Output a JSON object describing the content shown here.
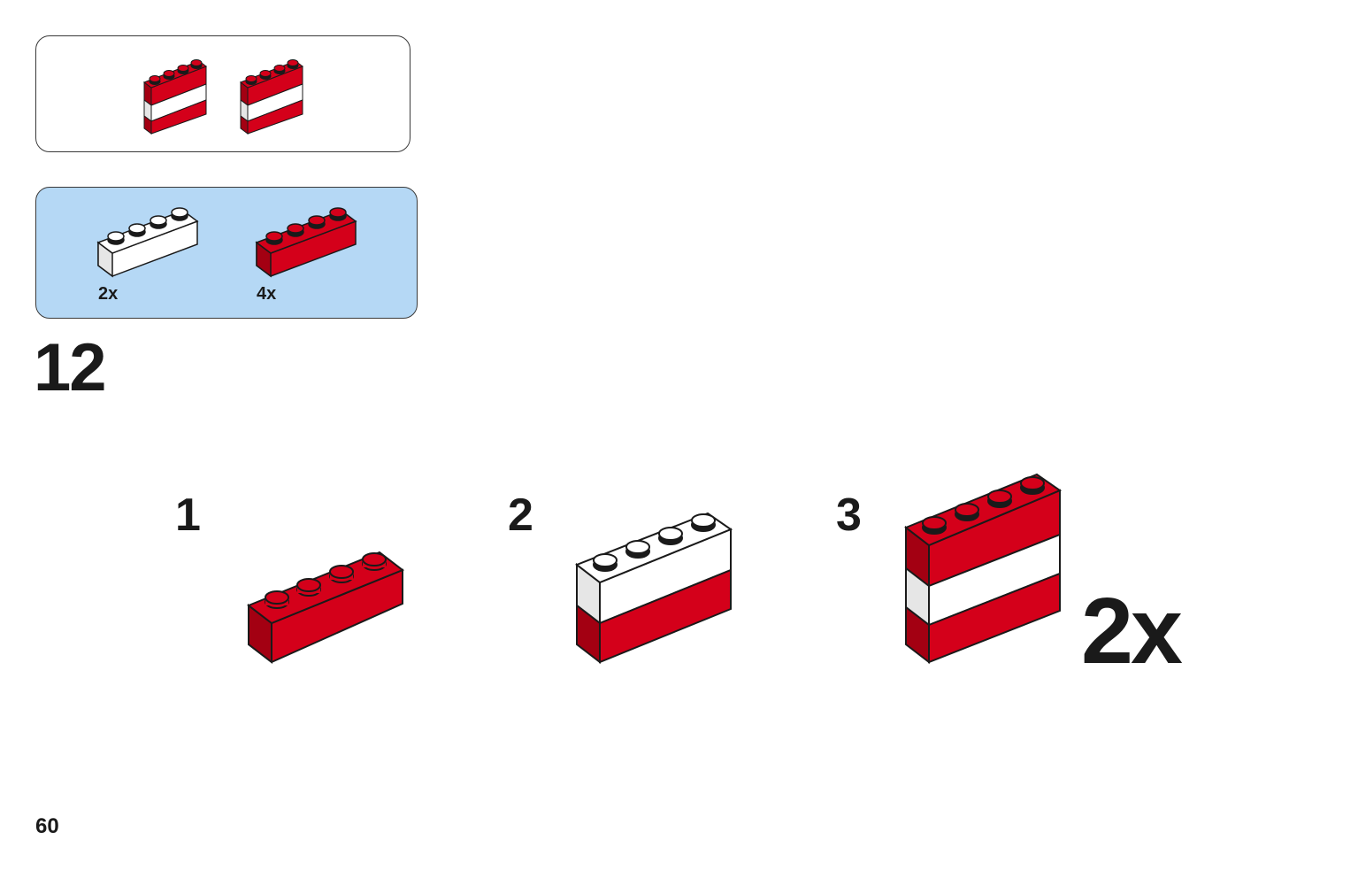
{
  "page": {
    "step_number": "12",
    "page_number": "60",
    "result_multiplier": "2x"
  },
  "parts_list": [
    {
      "color": "white",
      "quantity": "2x",
      "icon": "white-1x4-brick-icon"
    },
    {
      "color": "red",
      "quantity": "4x",
      "icon": "red-1x4-brick-icon"
    }
  ],
  "sub_steps": [
    {
      "number": "1"
    },
    {
      "number": "2"
    },
    {
      "number": "3"
    }
  ],
  "colors": {
    "red": "#d4001a",
    "red_dark": "#a30012",
    "white": "#ffffff",
    "white_side": "#e6e6e6",
    "parts_bg": "#b5d8f5"
  }
}
